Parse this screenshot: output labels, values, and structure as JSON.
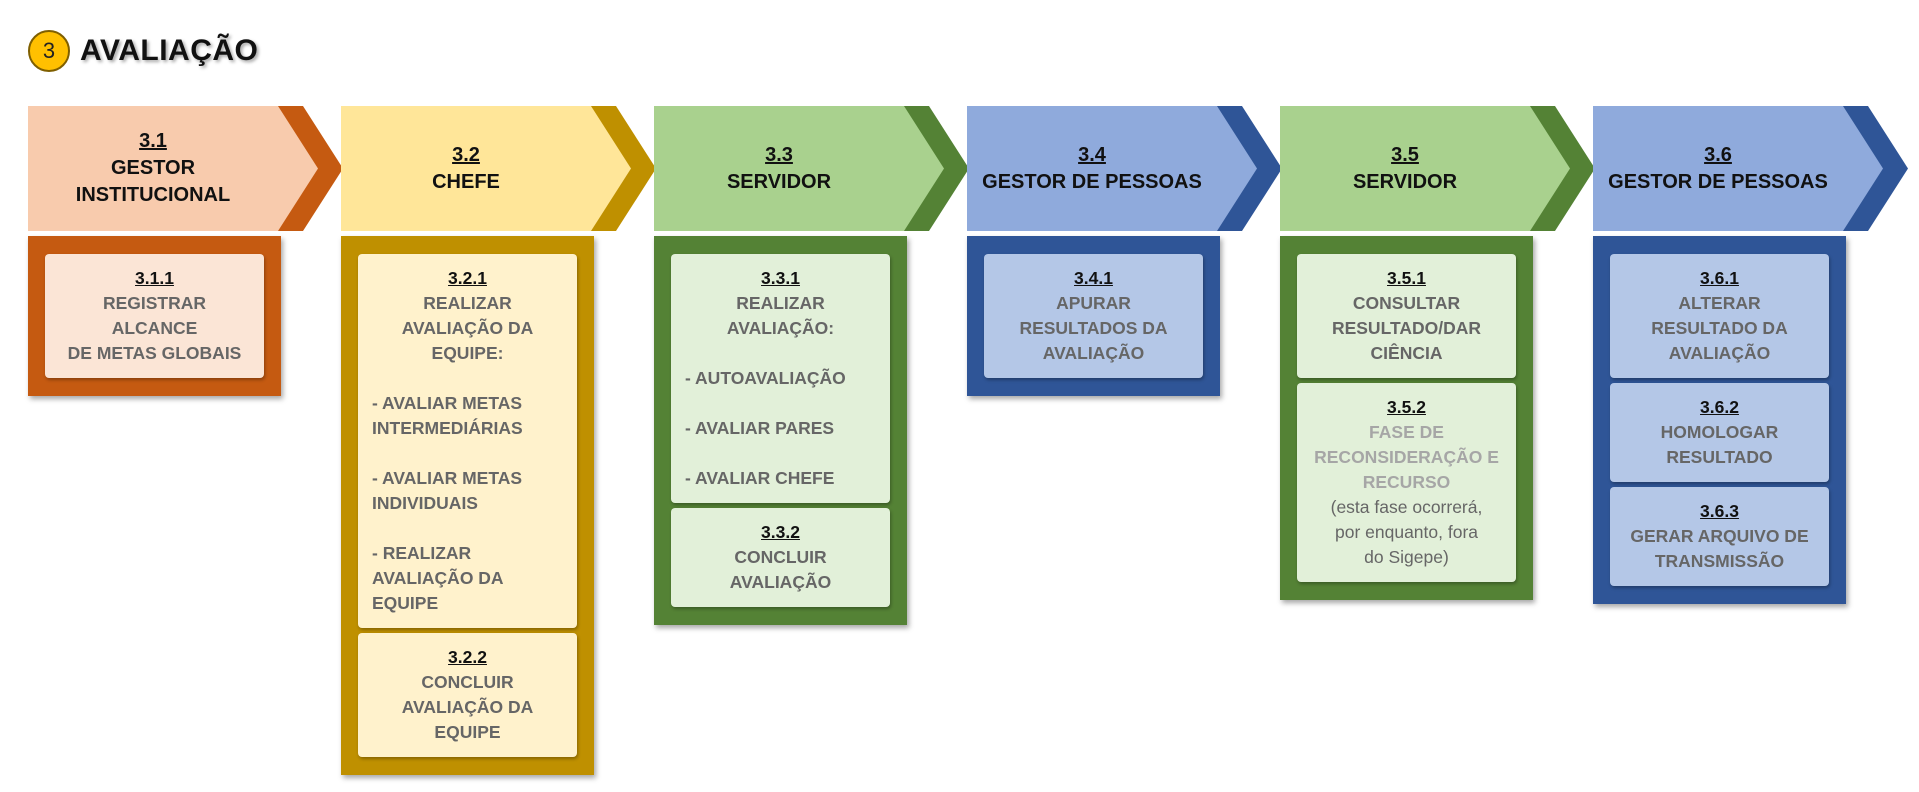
{
  "header": {
    "badge": "3",
    "title": "AVALIAÇÃO"
  },
  "columns": [
    {
      "key": "gestor-institucional",
      "number": "3.1",
      "role": "GESTOR\nINSTITUCIONAL",
      "colors": {
        "front": "#f8cbad",
        "back": "#c55a11",
        "container": "#c55a11",
        "card": "#fbe5d6"
      },
      "cards": [
        {
          "id": "3.1.1",
          "title": "REGISTRAR ALCANCE\nDE METAS GLOBAIS"
        }
      ]
    },
    {
      "key": "chefe",
      "number": "3.2",
      "role": "CHEFE",
      "colors": {
        "front": "#ffe699",
        "back": "#bf9000",
        "container": "#bf9000",
        "card": "#fff2cc"
      },
      "cards": [
        {
          "id": "3.2.1",
          "title": "REALIZAR\nAVALIAÇÃO DA\nEQUIPE:",
          "lines": "\n- AVALIAR METAS\nINTERMEDIÁRIAS\n\n- AVALIAR METAS\nINDIVIDUAIS\n\n- REALIZAR\nAVALIAÇÃO DA\nEQUIPE"
        },
        {
          "id": "3.2.2",
          "title": "CONCLUIR\nAVALIAÇÃO DA\nEQUIPE"
        }
      ]
    },
    {
      "key": "servidor-1",
      "number": "3.3",
      "role": "SERVIDOR",
      "colors": {
        "front": "#a9d18e",
        "back": "#548235",
        "container": "#548235",
        "card": "#e2f0d9"
      },
      "cards": [
        {
          "id": "3.3.1",
          "title": "REALIZAR\nAVALIAÇÃO:",
          "lines": "\n- AUTOAVALIAÇÃO\n\n- AVALIAR PARES\n\n- AVALIAR CHEFE"
        },
        {
          "id": "3.3.2",
          "title": "CONCLUIR\nAVALIAÇÃO"
        }
      ]
    },
    {
      "key": "gestor-pessoas-1",
      "number": "3.4",
      "role": "GESTOR DE PESSOAS",
      "colors": {
        "front": "#8faadc",
        "back": "#2f5597",
        "container": "#2f5597",
        "card": "#b4c7e7"
      },
      "cards": [
        {
          "id": "3.4.1",
          "title": "APURAR\nRESULTADOS DA\nAVALIAÇÃO"
        }
      ]
    },
    {
      "key": "servidor-2",
      "number": "3.5",
      "role": "SERVIDOR",
      "colors": {
        "front": "#a9d18e",
        "back": "#548235",
        "container": "#548235",
        "card": "#e2f0d9"
      },
      "cards": [
        {
          "id": "3.5.1",
          "title": "CONSULTAR\nRESULTADO/DAR\nCIÊNCIA"
        },
        {
          "id": "3.5.2",
          "title": "FASE DE\nRECONSIDERAÇÃO E\nRECURSO",
          "muted": true,
          "note": "(esta fase ocorrerá,\npor enquanto, fora\ndo Sigepe)"
        }
      ]
    },
    {
      "key": "gestor-pessoas-2",
      "number": "3.6",
      "role": "GESTOR DE PESSOAS",
      "colors": {
        "front": "#8faadc",
        "back": "#2f5597",
        "container": "#2f5597",
        "card": "#b4c7e7"
      },
      "cards": [
        {
          "id": "3.6.1",
          "title": "ALTERAR\nRESULTADO DA\nAVALIAÇÃO"
        },
        {
          "id": "3.6.2",
          "title": "HOMOLOGAR\nRESULTADO"
        },
        {
          "id": "3.6.3",
          "title": "GERAR ARQUIVO DE\nTRANSMISSÃO"
        }
      ]
    }
  ]
}
